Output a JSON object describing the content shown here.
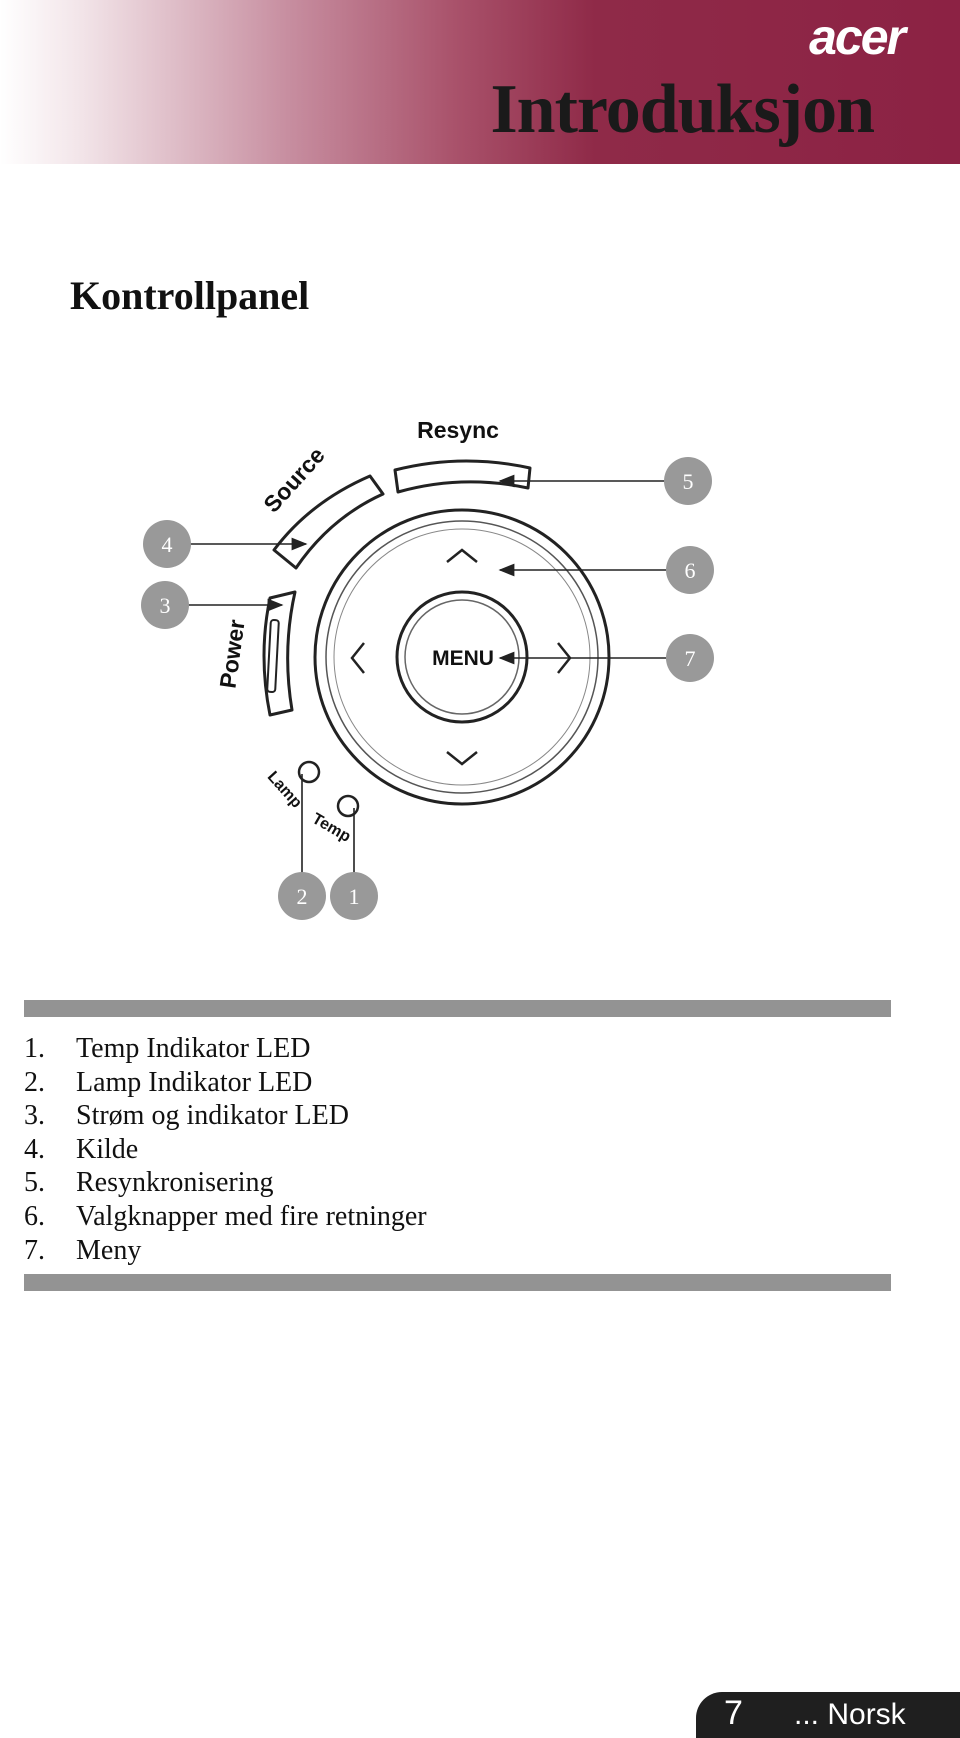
{
  "header": {
    "logo": "acer",
    "title": "Introduksjon"
  },
  "section": {
    "title": "Kontrollpanel"
  },
  "diagram": {
    "labels": {
      "resync": "Resync",
      "source": "Source",
      "power": "Power",
      "menu": "MENU",
      "lamp": "Lamp",
      "temp": "Temp"
    },
    "callouts": [
      "1",
      "2",
      "3",
      "4",
      "5",
      "6",
      "7"
    ]
  },
  "legend": [
    {
      "num": "1.",
      "text": "Temp Indikator LED"
    },
    {
      "num": "2.",
      "text": "Lamp Indikator LED"
    },
    {
      "num": "3.",
      "text": "Strøm og indikator LED"
    },
    {
      "num": "4.",
      "text": "Kilde"
    },
    {
      "num": "5.",
      "text": "Resynkronisering"
    },
    {
      "num": "6.",
      "text": "Valgknapper med fire retninger"
    },
    {
      "num": "7.",
      "text": "Meny"
    }
  ],
  "footer": {
    "page": "7",
    "language": "... Norsk"
  },
  "colors": {
    "header_accent": "#8c2244",
    "callout_fill": "#999999",
    "rule": "#939393"
  }
}
